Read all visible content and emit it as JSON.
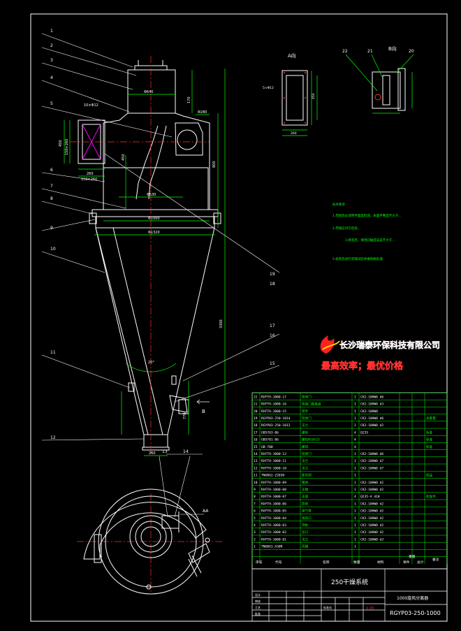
{
  "colors": {
    "background": "#000000",
    "line": "#ffffff",
    "dim": "#00ff00",
    "center": "#ff3030",
    "note": "#00ff00",
    "accent_magenta": "#ff00ff",
    "logo_red": "#ff2020",
    "slogan_yellow": "#ffff00"
  },
  "logo": {
    "company": "长沙瑞泰环保科技有限公司",
    "slogan": "最高效率；最优价格"
  },
  "views": {
    "a_label": "A向",
    "b_label": "B向",
    "b_arrow": "B",
    "aa_arrow": "AA"
  },
  "balloons": [
    "1",
    "2",
    "3",
    "4",
    "5",
    "6",
    "7",
    "8",
    "9",
    "10",
    "11",
    "12",
    "13",
    "14",
    "15",
    "16",
    "17",
    "18",
    "19",
    "20",
    "21",
    "22"
  ],
  "notes": {
    "title": "技术要求",
    "items": [
      "1.焊接后必须用平面度检测，表面平整度不大于...",
      "2.焊缝应均匀连续，",
      "3.组装后，保持同轴度误差不大于...",
      "5.组装后进行渗漏试验并做防腐处理"
    ]
  },
  "dims": {
    "d1": "Φ640",
    "d2": "Φ1000",
    "d3": "Φ1320",
    "d4": "Φ530",
    "angle": "20°",
    "h_total": "3300",
    "h_body": "800",
    "h_cone": "770",
    "w_inlet": "260",
    "h_inlet": "450",
    "inlet_flange": "150×260",
    "inlet_pipe": "10×Φ12",
    "outlet": "Φ280",
    "a_w": "260",
    "a_h": "450",
    "a_bolt": "5×Φ12",
    "scale_h": "170"
  },
  "bom": [
    {
      "no": "22",
      "code": "RXFTH-1000-17",
      "name": "检修门",
      "qty": "1",
      "material": "CK2-10HW0 d6",
      "remark": ""
    },
    {
      "no": "21",
      "code": "RXFTH-1000-16",
      "name": "检查门盖板组",
      "qty": "1",
      "material": "CK2-10HW0 d3",
      "remark": ""
    },
    {
      "no": "20",
      "code": "RXFTH-1000-15",
      "name": "把手",
      "qty": "1",
      "material": "CK2-10HW0",
      "remark": ""
    },
    {
      "no": "19",
      "code": "RGYP03-250-1014",
      "name": "检修门",
      "qty": "1",
      "material": "CK2-10HW0 d6",
      "remark": "总重量："
    },
    {
      "no": "18",
      "code": "RGYP03-250-1013",
      "name": "法兰",
      "qty": "1",
      "material": "CK2-10HW0 d2",
      "remark": ""
    },
    {
      "no": "17",
      "code": "GB5763-86",
      "name": "螺栓",
      "qty": "4",
      "material": "Q235",
      "remark": "标准"
    },
    {
      "no": "16",
      "code": "GB5781-86",
      "name": "螺栓M10X25",
      "qty": "4",
      "material": "",
      "remark": "标准"
    },
    {
      "no": "15",
      "code": "GB-700",
      "name": "螺母",
      "qty": "4",
      "material": "",
      "remark": "标准"
    },
    {
      "no": "14",
      "code": "RXFTH-1000-12",
      "name": "检修门",
      "qty": "1",
      "material": "CK2-10HW0 d6",
      "remark": ""
    },
    {
      "no": "13",
      "code": "RXFTH-1000-11",
      "name": "法兰",
      "qty": "1",
      "material": "CK2-10HW0 d7",
      "remark": ""
    },
    {
      "no": "12",
      "code": "RXFTH-1000-10",
      "name": "法兰",
      "qty": "1",
      "material": "CK2-10HW0 d7",
      "remark": ""
    },
    {
      "no": "11",
      "code": "TNGBG2-Z2030",
      "name": "卸灰阀",
      "qty": "1",
      "material": "",
      "remark": "成品"
    },
    {
      "no": "10",
      "code": "RXFTH-1000-09",
      "name": "锥体",
      "qty": "1",
      "material": "CK2-10HW0 d2",
      "remark": ""
    },
    {
      "no": "9",
      "code": "RXFTH-1000-08",
      "name": "支腿",
      "qty": "1",
      "material": "CK2-10HW0 d2",
      "remark": ""
    },
    {
      "no": "8",
      "code": "RXFTH-1000-07",
      "name": "支座",
      "qty": "4",
      "material": "Q235-A d10",
      "remark": "标准件"
    },
    {
      "no": "7",
      "code": "RXFTH-1000-06",
      "name": "筒体",
      "qty": "1",
      "material": "CK2-10HW0 d2",
      "remark": ""
    },
    {
      "no": "6",
      "code": "RXFTH-1000-05",
      "name": "排气管",
      "qty": "1",
      "material": "CK2-10HW0 d2",
      "remark": ""
    },
    {
      "no": "5",
      "code": "RXFTH-1000-04",
      "name": "进风口",
      "qty": "1",
      "material": "CK2-10HW0 d2",
      "remark": ""
    },
    {
      "no": "4",
      "code": "RXFTH-1000-03",
      "name": "顶板",
      "qty": "1",
      "material": "CK2-10HW0 d2",
      "remark": ""
    },
    {
      "no": "3",
      "code": "RXFTH-1000-02",
      "name": "出口",
      "qty": "1",
      "material": "CK2-10HW0 d2",
      "remark": ""
    },
    {
      "no": "2",
      "code": "RXFTH-1000-01",
      "name": "法兰",
      "qty": "1",
      "material": "CK2-10HW0 d3",
      "remark": ""
    },
    {
      "no": "1",
      "code": "TNGBG1-A30R",
      "name": "风帽",
      "qty": "1",
      "material": "",
      "remark": ""
    }
  ],
  "bom_header": {
    "no": "序号",
    "code": "代号",
    "name": "名称",
    "qty": "数量",
    "material": "材料",
    "single": "单件",
    "total": "总计",
    "weight": "重量",
    "remark": "备注"
  },
  "title_block": {
    "project": "250干燥系统",
    "product": "1000旋风分离器",
    "drawing_no": "RGYP03-250-1000",
    "scale": "1:20",
    "sign_labels": [
      "设计",
      "审核",
      "工艺",
      "批准"
    ],
    "stage": "标准化"
  }
}
